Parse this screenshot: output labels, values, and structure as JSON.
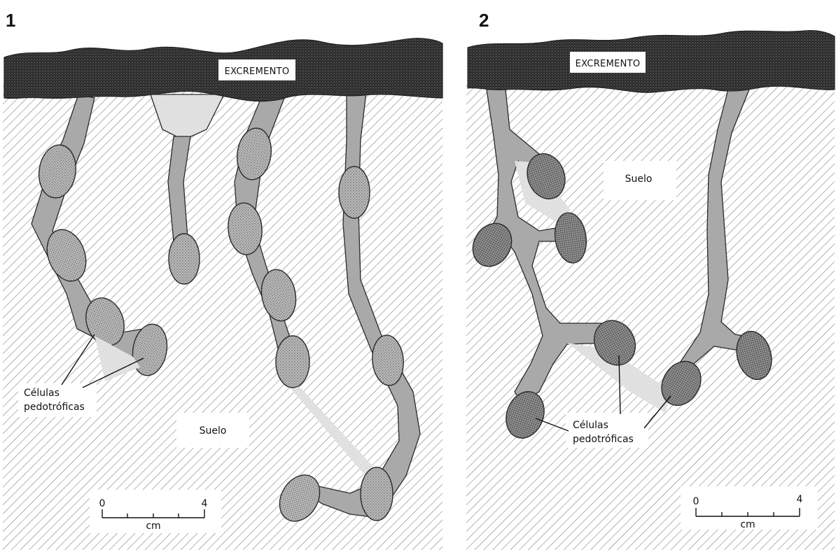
{
  "panels": [
    {
      "number": "1",
      "excrement_label": "EXCREMENTO",
      "soil_label": "Suelo",
      "cells_label_line1": "Células",
      "cells_label_line2": "pedotróficas",
      "scale": {
        "start": "0",
        "end": "4",
        "unit": "cm"
      }
    },
    {
      "number": "2",
      "excrement_label": "EXCREMENTO",
      "soil_label": "Suelo",
      "cells_label_line1": "Células",
      "cells_label_line2": "pedotróficas",
      "scale": {
        "start": "0",
        "end": "4",
        "unit": "cm"
      }
    }
  ],
  "colors": {
    "tunnel": "#a9a9a9",
    "hatch": "#6b6b6b",
    "dung": "#1f1f1f",
    "cell": "#9c9c9c"
  }
}
